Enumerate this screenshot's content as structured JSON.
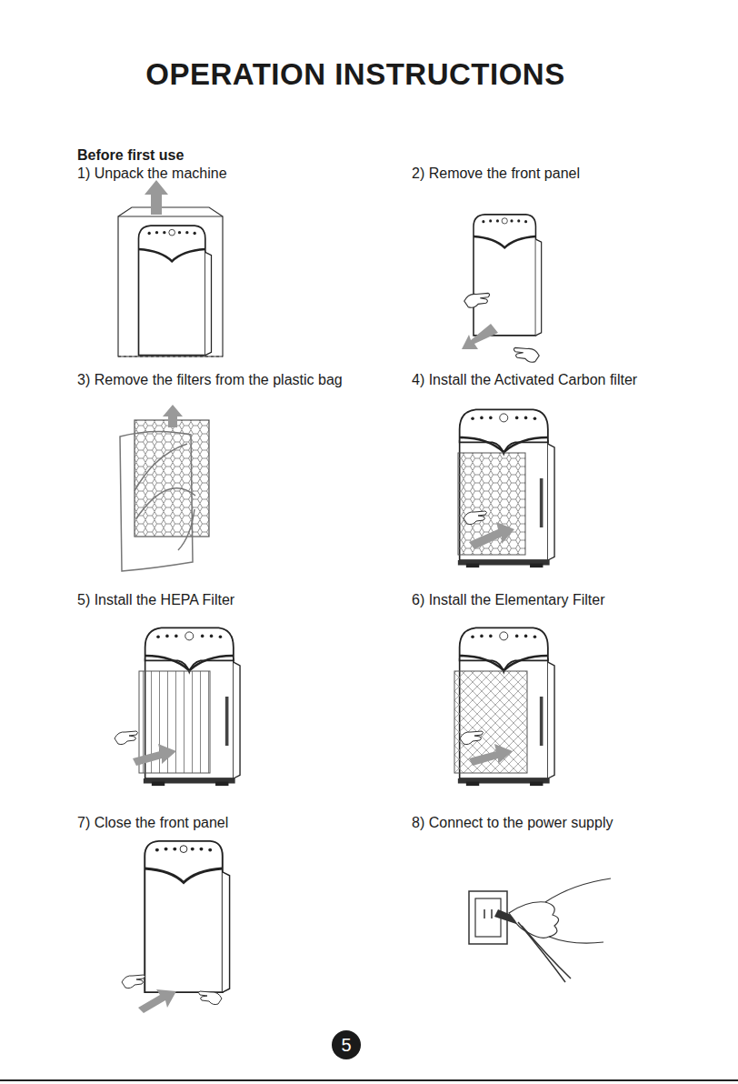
{
  "diagram": {
    "title": "OPERATION INSTRUCTIONS",
    "nodes": [
      {
        "text": [
          "5"
        ]
      }
    ],
    "labels": [
      "Before first use",
      "1) Unpack the machine",
      "2) Remove the front panel",
      "3) Remove the filters from the plastic bag",
      "4) Install the Activated Carbon filter",
      "5) Install the HEPA Filter",
      "6) Install the Elementary Filter",
      "7) Close the front panel",
      "8) Connect to the power supply"
    ]
  }
}
